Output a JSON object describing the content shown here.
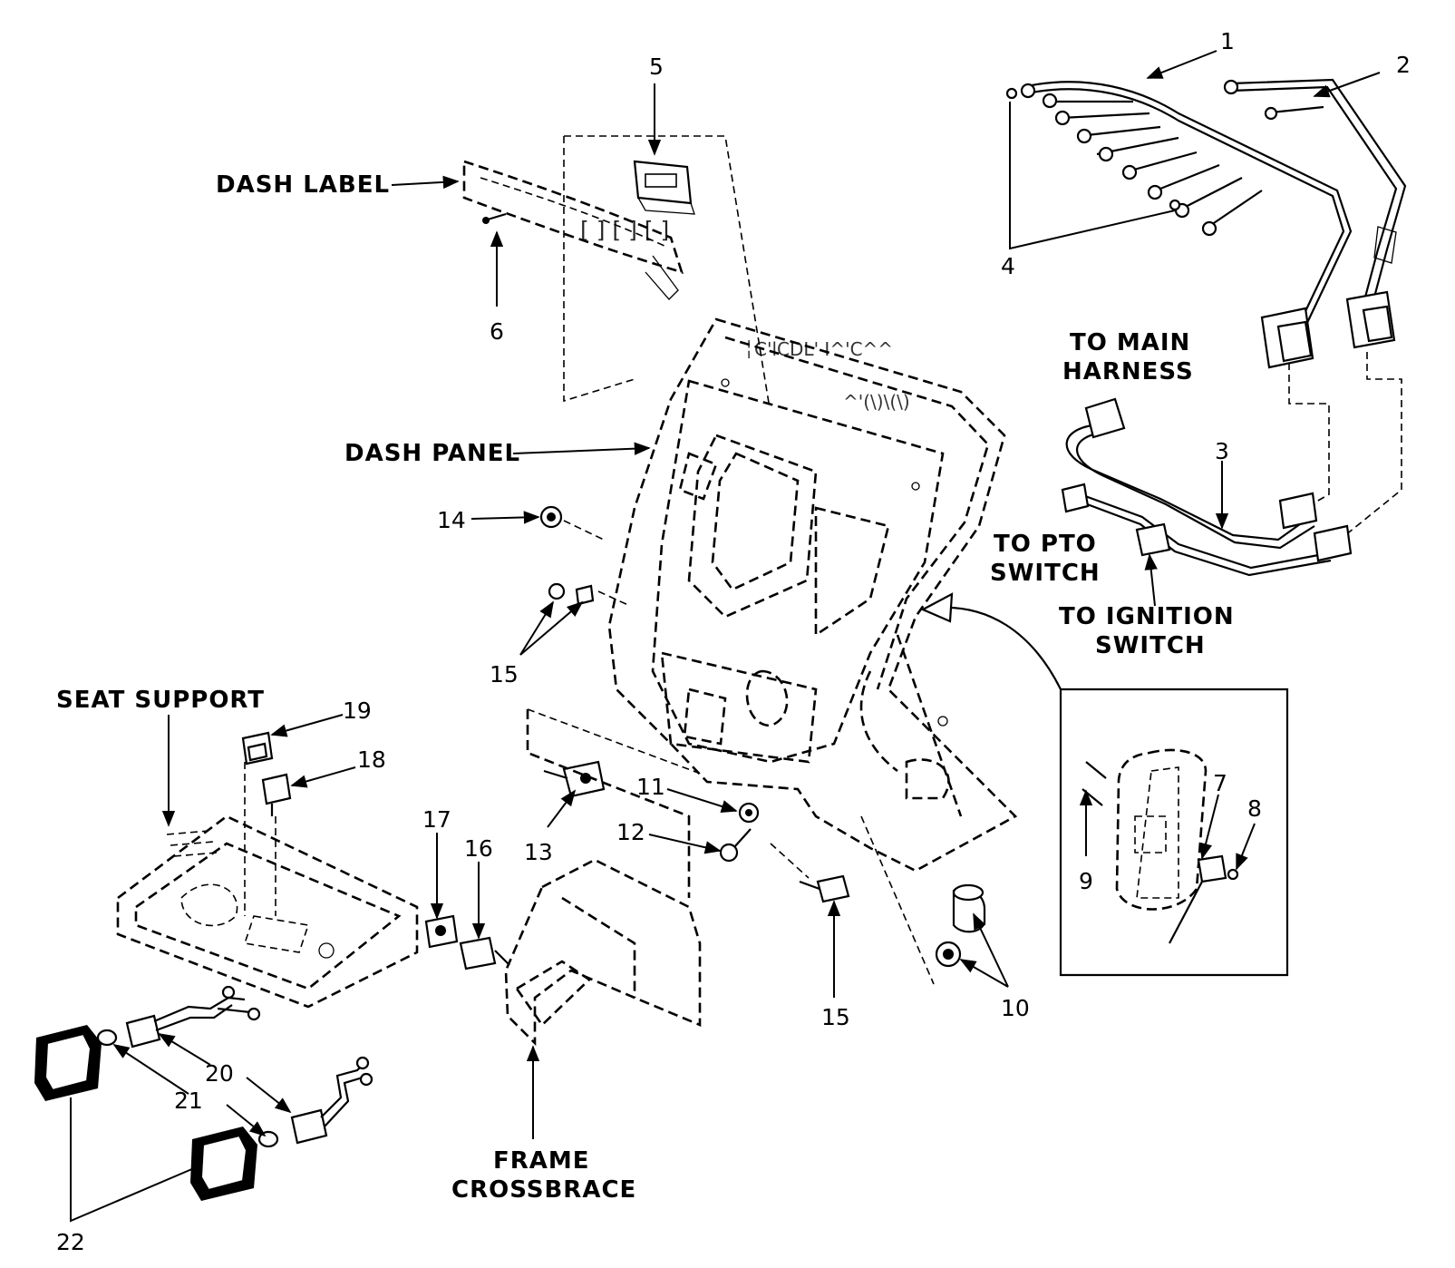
{
  "labels": {
    "dash_label": "DASH LABEL",
    "dash_panel": "DASH PANEL",
    "to_main_harness_1": "TO MAIN",
    "to_main_harness_2": "HARNESS",
    "to_pto_switch_1": "TO PTO",
    "to_pto_switch_2": "SWITCH",
    "to_ignition_switch_1": "TO IGNITION",
    "to_ignition_switch_2": "SWITCH",
    "seat_support": "SEAT SUPPORT",
    "frame_crossbrace_1": "FRAME",
    "frame_crossbrace_2": "CROSSBRACE"
  },
  "callouts": {
    "n1": "1",
    "n2": "2",
    "n3": "3",
    "n4": "4",
    "n5": "5",
    "n6": "6",
    "n7": "7",
    "n8": "8",
    "n9": "9",
    "n10": "10",
    "n11": "11",
    "n12": "12",
    "n13": "13",
    "n14": "14",
    "n15a": "15",
    "n15b": "15",
    "n16": "16",
    "n17": "17",
    "n18": "18",
    "n19": "19",
    "n20": "20",
    "n21": "21",
    "n22": "22"
  }
}
